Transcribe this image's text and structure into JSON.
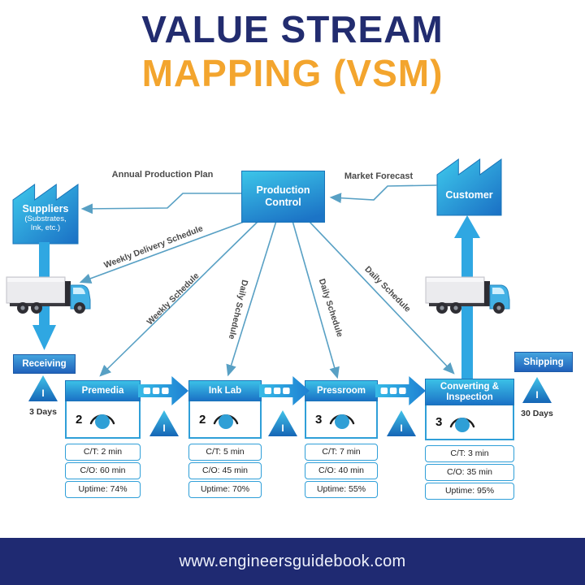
{
  "title": {
    "line1": "VALUE STREAM",
    "line2": "MAPPING (VSM)"
  },
  "brand_colors": {
    "navy": "#222c6f",
    "orange": "#f3a52e",
    "accent_blue": "#2fa7e2"
  },
  "production_control": {
    "label": "Production Control"
  },
  "suppliers": {
    "name": "Suppliers",
    "detail_line1": "(Substrates,",
    "detail_line2": "Ink, etc.)"
  },
  "customer": {
    "label": "Customer"
  },
  "logistics": {
    "receiving": "Receiving",
    "shipping": "Shipping",
    "inbound_days": "3 Days",
    "outbound_days": "30 Days"
  },
  "inventory_symbol": "I",
  "info_flows": {
    "annual_production_plan": "Annual Production Plan",
    "market_forecast": "Market Forecast",
    "weekly_delivery_schedule": "Weekly Delivery Schedule",
    "weekly_schedule": "Weekly Schedule",
    "daily_schedule_ink_lab": "Daily Schedule",
    "daily_schedule_pressroom": "Daily Schedule",
    "daily_schedule_converting": "Daily Schedule"
  },
  "processes": [
    {
      "name": "Premedia",
      "operators": "2",
      "metrics": [
        "C/T: 2 min",
        "C/O: 60 min",
        "Uptime: 74%"
      ]
    },
    {
      "name": "Ink Lab",
      "operators": "2",
      "metrics": [
        "C/T: 5 min",
        "C/O: 45 min",
        "Uptime: 70%"
      ]
    },
    {
      "name": "Pressroom",
      "operators": "3",
      "metrics": [
        "C/T: 7 min",
        "C/O: 40 min",
        "Uptime: 55%"
      ]
    },
    {
      "name": "Converting & Inspection",
      "operators": "3",
      "metrics": [
        "C/T: 3 min",
        "C/O: 35 min",
        "Uptime: 95%"
      ]
    }
  ],
  "footer": {
    "website": "www.engineersguidebook.com"
  }
}
